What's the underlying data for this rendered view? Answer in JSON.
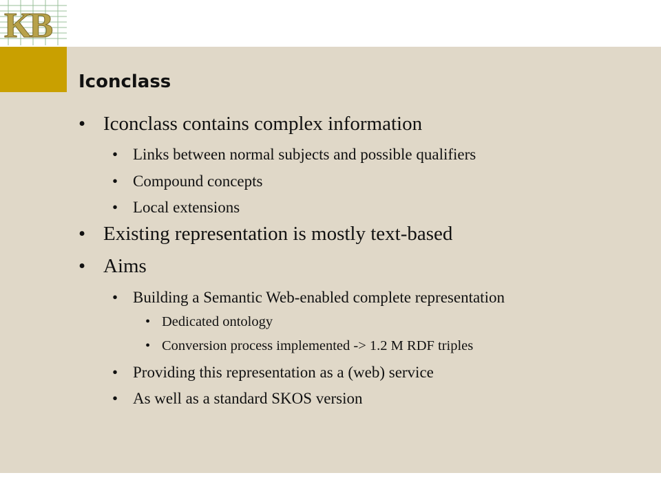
{
  "logo": {
    "text": "KB"
  },
  "slide": {
    "title": "Iconclass",
    "bullets": [
      {
        "level": 1,
        "text": "Iconclass contains complex information"
      },
      {
        "level": 2,
        "text": "Links between normal subjects and possible qualifiers"
      },
      {
        "level": 2,
        "text": "Compound concepts"
      },
      {
        "level": 2,
        "text": "Local extensions"
      },
      {
        "level": 1,
        "text": "Existing representation is mostly text-based"
      },
      {
        "level": 1,
        "text": "Aims"
      },
      {
        "level": 2,
        "text": "Building a Semantic Web-enabled complete representation"
      },
      {
        "level": 3,
        "text": "Dedicated ontology"
      },
      {
        "level": 3,
        "text": "Conversion process implemented -> 1.2 M RDF triples"
      },
      {
        "level": 2,
        "text": "Providing this representation as a (web) service"
      },
      {
        "level": 2,
        "text": "As well as a standard SKOS version"
      }
    ]
  },
  "colors": {
    "background": "#e0d8c8",
    "accent": "#c9a000",
    "logo_letters": "#b8a24a",
    "logo_grid": "#6aa06a"
  }
}
